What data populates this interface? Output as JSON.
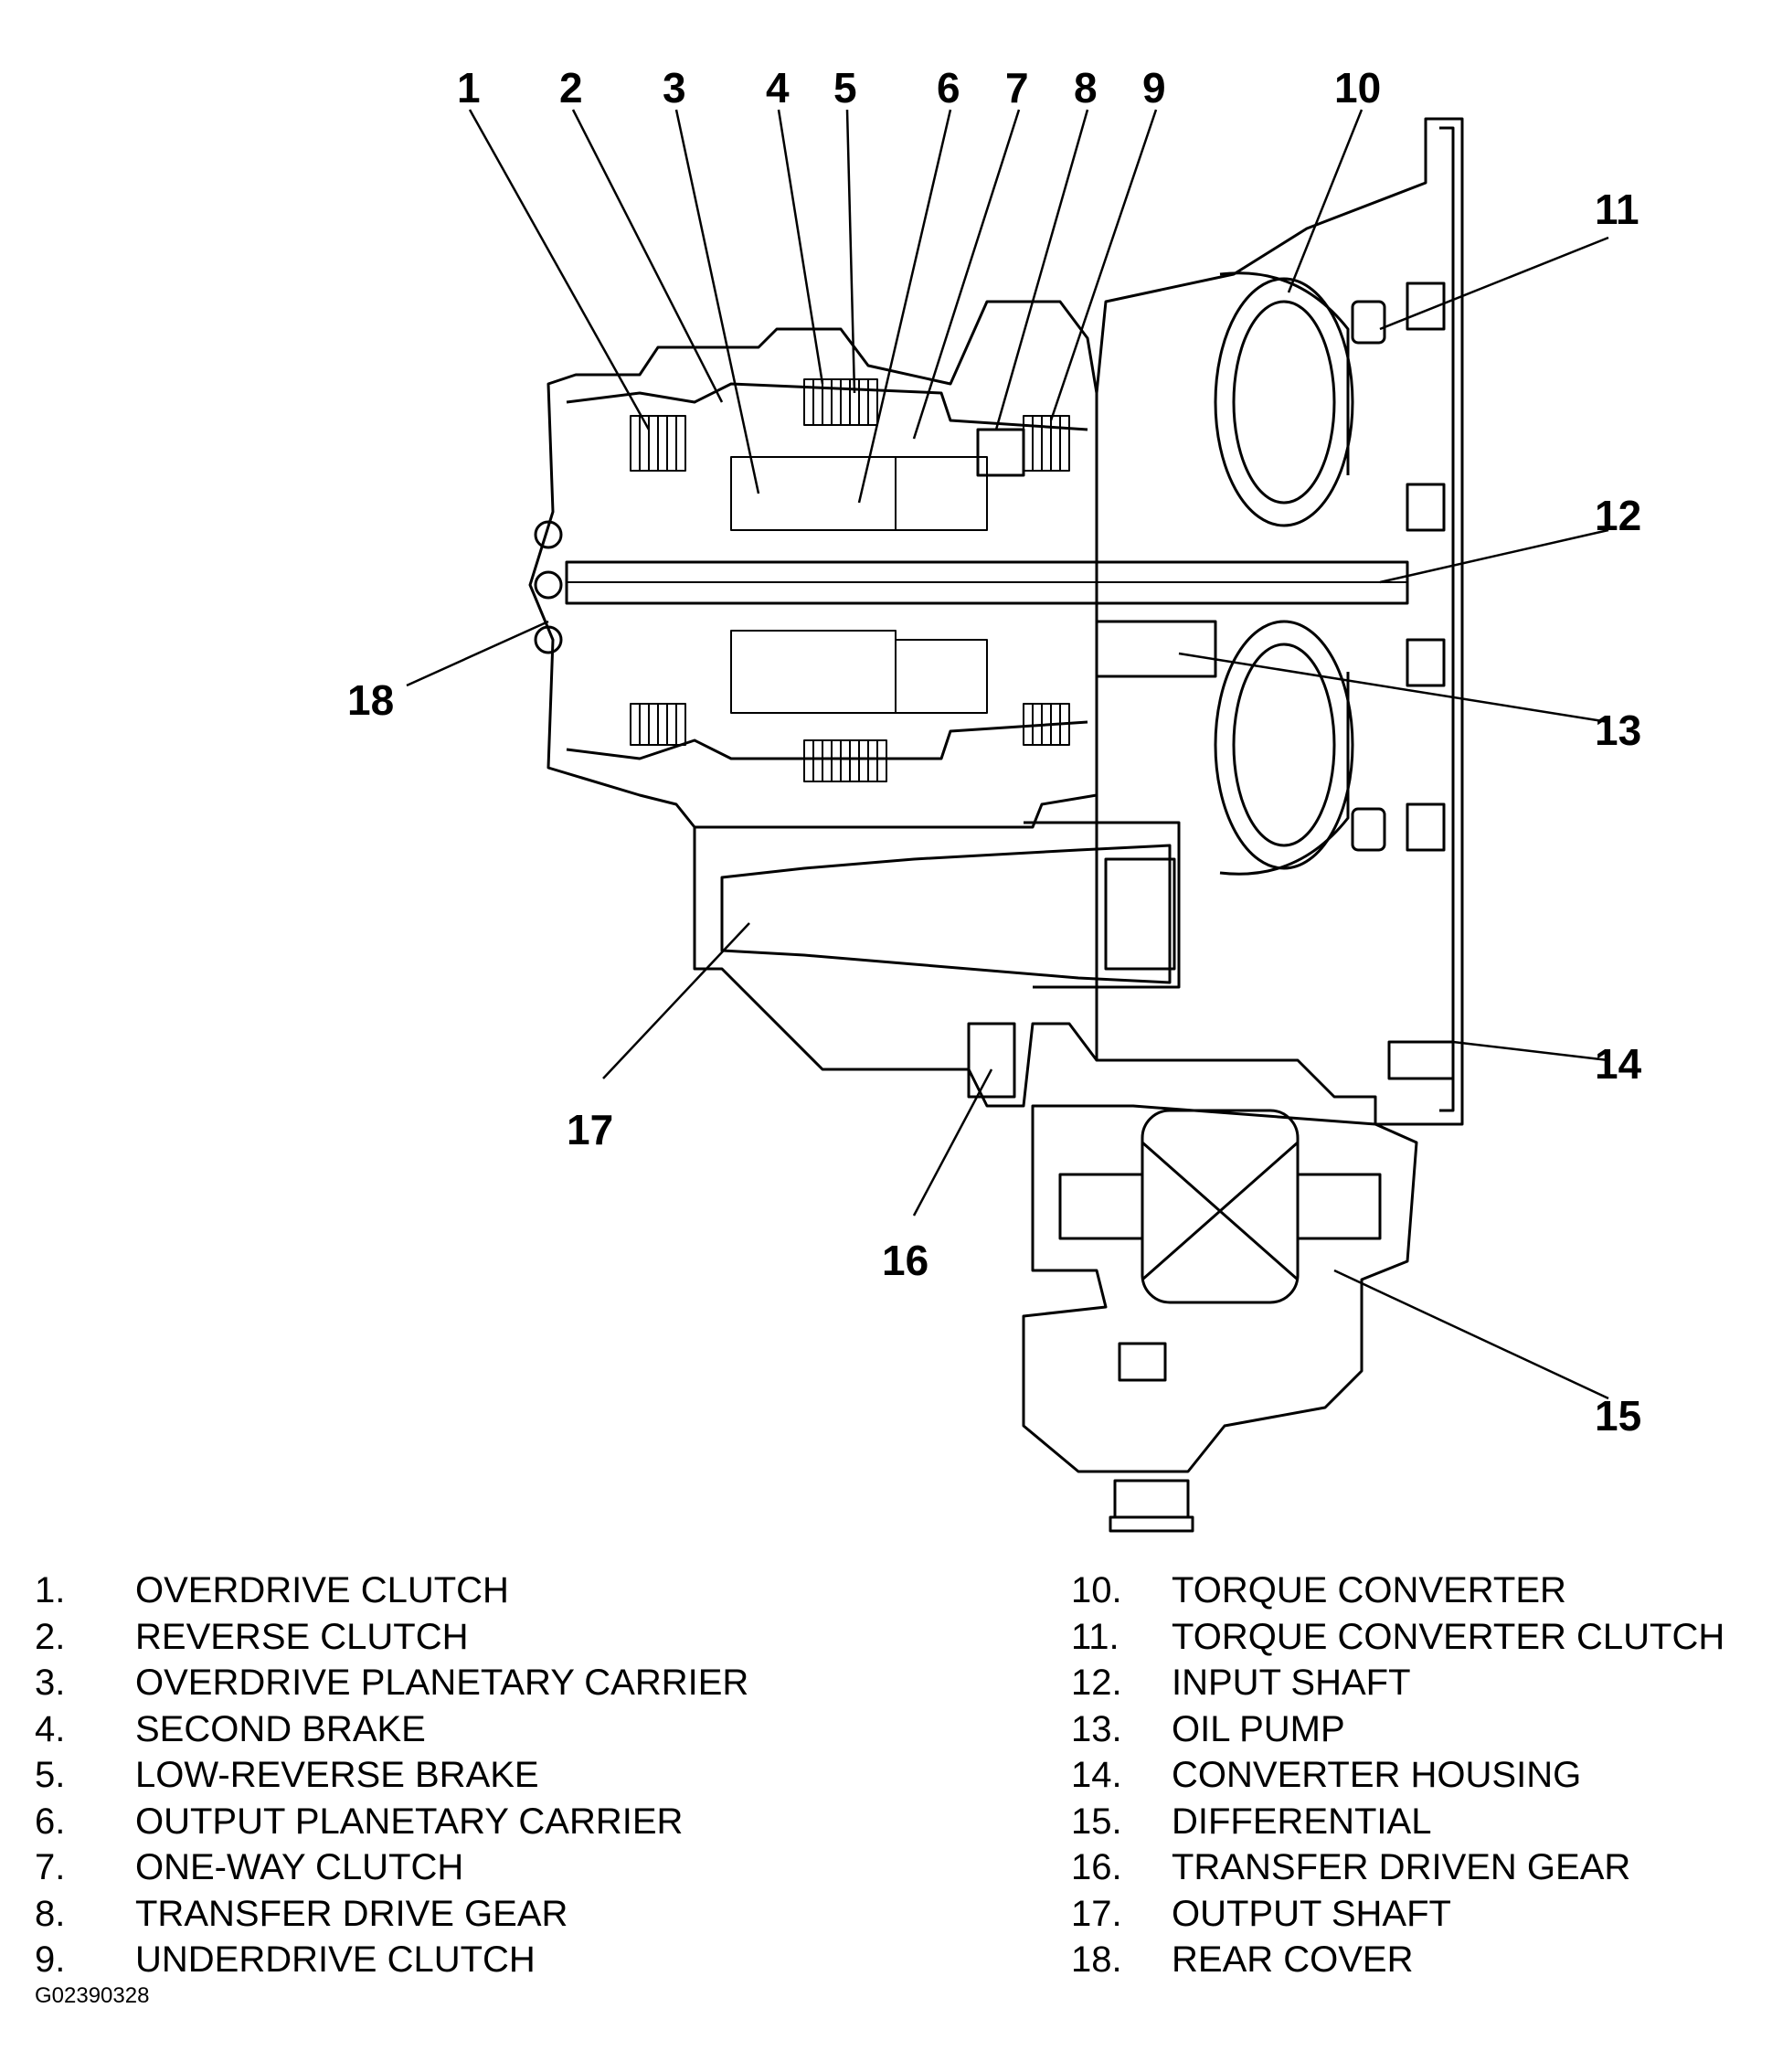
{
  "diagram": {
    "callouts": [
      "1",
      "2",
      "3",
      "4",
      "5",
      "6",
      "7",
      "8",
      "9",
      "10",
      "11",
      "12",
      "13",
      "14",
      "15",
      "16",
      "17",
      "18"
    ]
  },
  "legend": {
    "left": [
      {
        "num": "1.",
        "label": "OVERDRIVE CLUTCH"
      },
      {
        "num": "2.",
        "label": "REVERSE CLUTCH"
      },
      {
        "num": "3.",
        "label": "OVERDRIVE PLANETARY CARRIER"
      },
      {
        "num": "4.",
        "label": "SECOND BRAKE"
      },
      {
        "num": "5.",
        "label": "LOW-REVERSE BRAKE"
      },
      {
        "num": "6.",
        "label": "OUTPUT PLANETARY CARRIER"
      },
      {
        "num": "7.",
        "label": "ONE-WAY CLUTCH"
      },
      {
        "num": "8.",
        "label": "TRANSFER DRIVE GEAR"
      },
      {
        "num": "9.",
        "label": "UNDERDRIVE CLUTCH"
      }
    ],
    "right": [
      {
        "num": "10.",
        "label": "TORQUE CONVERTER"
      },
      {
        "num": "11.",
        "label": "TORQUE CONVERTER CLUTCH"
      },
      {
        "num": "12.",
        "label": "INPUT SHAFT"
      },
      {
        "num": "13.",
        "label": "OIL PUMP"
      },
      {
        "num": "14.",
        "label": "CONVERTER HOUSING"
      },
      {
        "num": "15.",
        "label": "DIFFERENTIAL"
      },
      {
        "num": "16.",
        "label": "TRANSFER DRIVEN GEAR"
      },
      {
        "num": "17.",
        "label": "OUTPUT SHAFT"
      },
      {
        "num": "18.",
        "label": "REAR COVER"
      }
    ]
  },
  "figure_id": "G02390328"
}
